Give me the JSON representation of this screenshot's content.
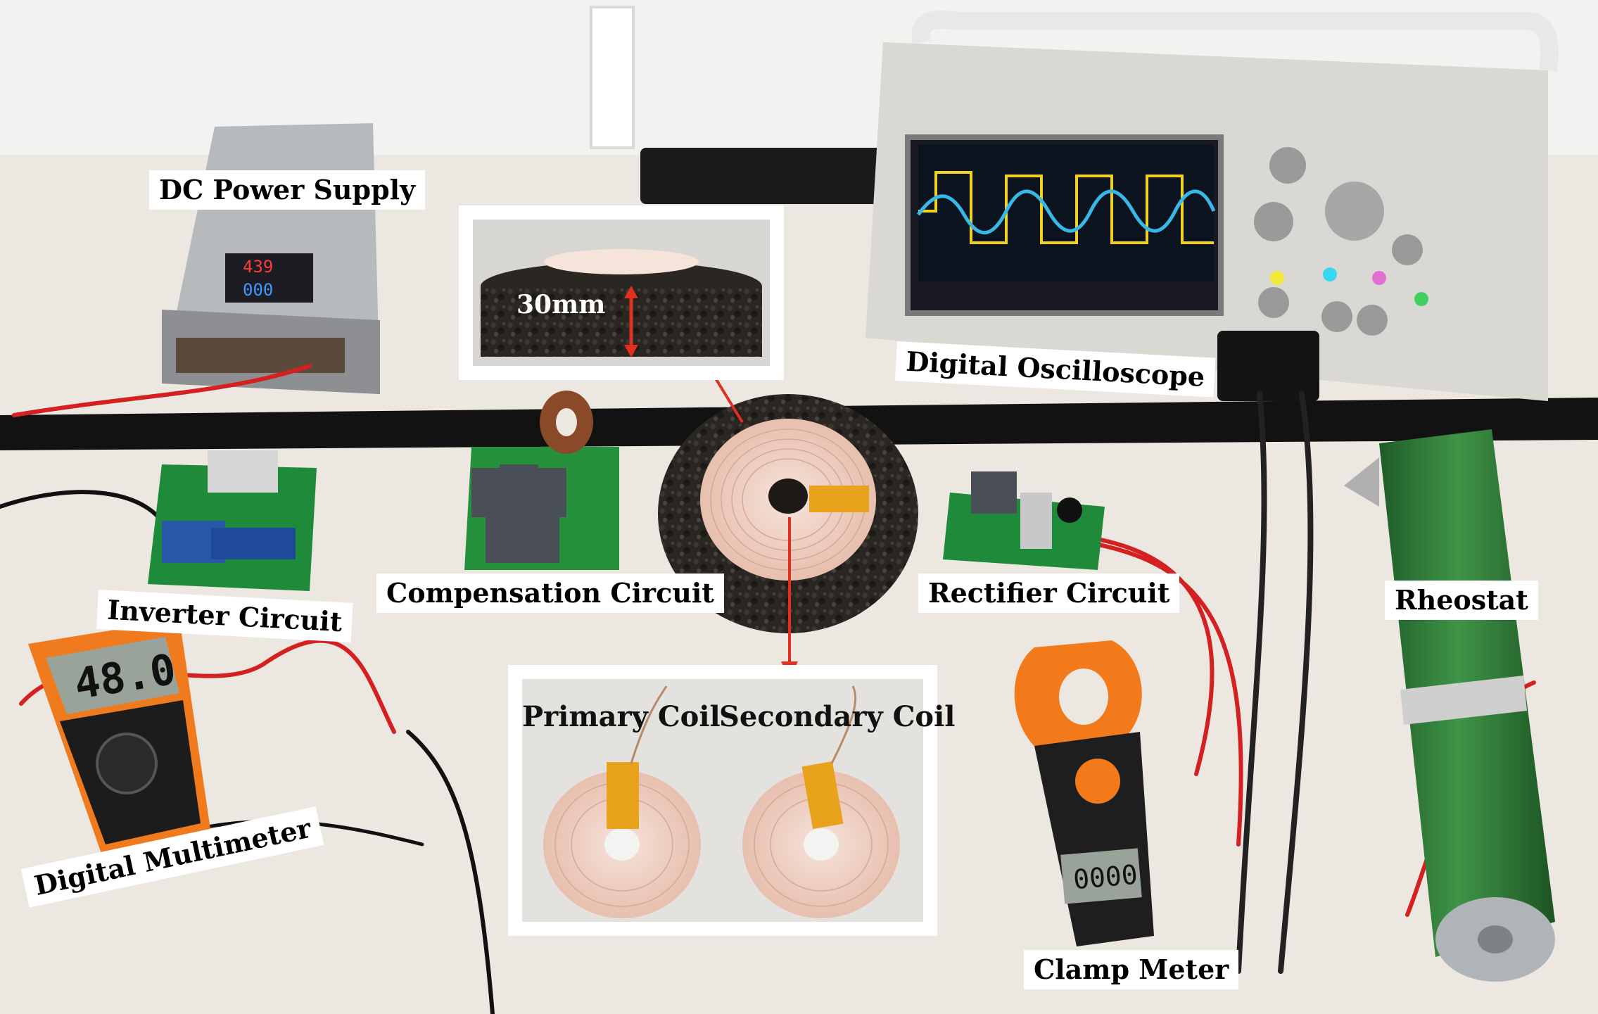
{
  "labels": {
    "dc_power_supply": "DC Power Supply",
    "digital_oscilloscope": "Digital Oscilloscope",
    "inverter_circuit": "Inverter Circuit",
    "compensation_circuit": "Compensation Circuit",
    "rectifier_circuit": "Rectifier Circuit",
    "rheostat": "Rheostat",
    "digital_multimeter": "Digital Multimeter",
    "clamp_meter": "Clamp Meter",
    "primary_coil": "Primary Coil",
    "secondary_coil": "Secondary Coil",
    "thickness": "30mm"
  },
  "readouts": {
    "multimeter": "48.0",
    "clamp_meter": "0000",
    "psu_voltage": "439",
    "psu_current": "000"
  },
  "colors": {
    "bench": "#ece8e2",
    "wall": "#f3f3f1",
    "stripe": "#111111",
    "pcb_green": "#1f8a3a",
    "rheostat_green": "#2f7a35",
    "multimeter_orange": "#f07a1e",
    "coil_copper": "#e8c2b2",
    "kapton_tape": "#e8a21c",
    "asphalt": "#2a2622",
    "annotation_arrow": "#e03020"
  }
}
